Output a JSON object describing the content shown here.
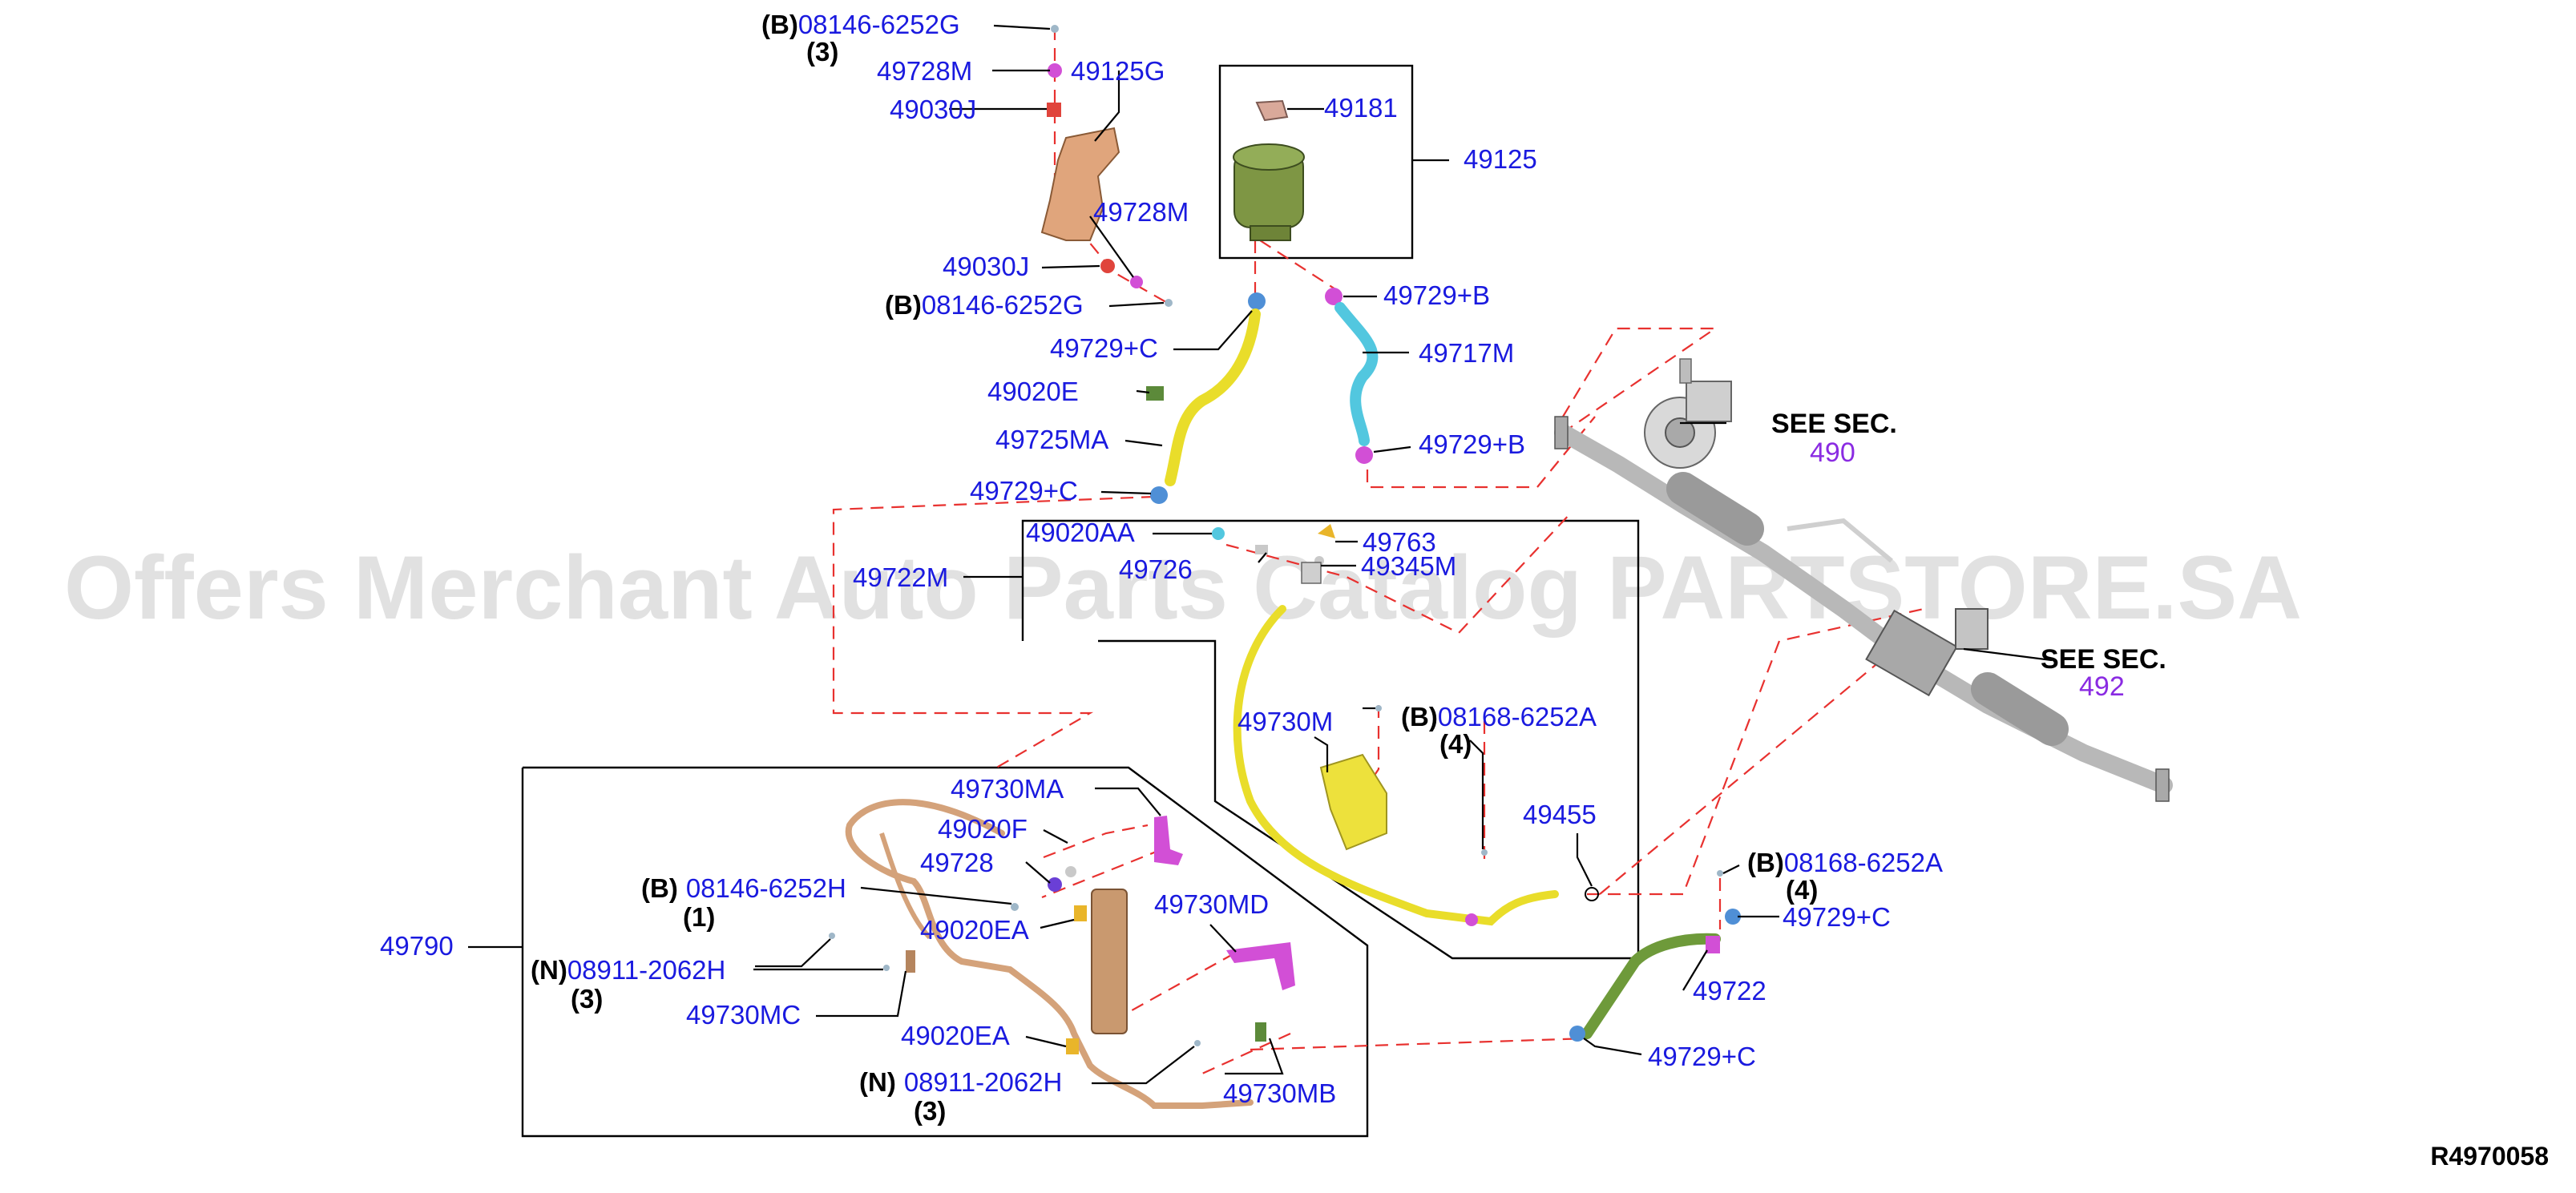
{
  "watermark": "Offers Merchant Auto Parts Catalog PARTSTORE.SA",
  "diagram_code": "R4970058",
  "see_sections": [
    {
      "label": "SEE SEC.",
      "section": "490"
    },
    {
      "label": "SEE SEC.",
      "section": "492"
    }
  ],
  "callouts": {
    "c1_prefix": "(B)",
    "c1_part": "08146-6252G",
    "c1_qty": "(3)",
    "c2_part": "49728M",
    "c3_part": "49125G",
    "c4_part": "49030J",
    "c5_part": "49728M",
    "c6_part": "49030J",
    "c7_prefix": "(B)",
    "c7_part": "08146-6252G",
    "c8_part": "49181",
    "c9_part": "49125",
    "c10_part": "49729+B",
    "c11_part": "49717M",
    "c12_part": "49729+B",
    "c13_part": "49729+C",
    "c14_part": "49020E",
    "c15_part": "49725MA",
    "c16_part": "49729+C",
    "c17_part": "49020AA",
    "c18_part": "49763",
    "c19_part": "49726",
    "c20_part": "49345M",
    "c21_part": "49722M",
    "c22_part": "49730M",
    "c23_prefix": "(B)",
    "c23_part": "08168-6252A",
    "c23_qty": "(4)",
    "c24_part": "49455",
    "c25_part": "49730MA",
    "c26_part": "49020F",
    "c27_part": "49728",
    "c28_prefix": "(B)",
    "c28_part": "08146-6252H",
    "c28_qty": "(1)",
    "c29_part": "49020EA",
    "c30_part": "49730MD",
    "c31_part": "49790",
    "c32_prefix": "(N)",
    "c32_part": "08911-2062H",
    "c32_qty": "(3)",
    "c33_part": "49730MC",
    "c34_part": "49020EA",
    "c35_prefix": "(N)",
    "c35_part": "08911-2062H",
    "c35_qty": "(3)",
    "c36_part": "49730MB",
    "c37_prefix": "(B)",
    "c37_part": "08168-6252A",
    "c37_qty": "(4)",
    "c38_part": "49729+C",
    "c39_part": "49722",
    "c40_part": "49729+C"
  },
  "colors": {
    "part_number": "#1a1adf",
    "section_link": "#8a2be2",
    "connector_dash": "#e8312f",
    "hose_yellow": "#e9dd2a",
    "hose_cyan": "#52c7df",
    "hose_green": "#6e9a3a",
    "tube_copper": "#d4a27a",
    "reservoir_green": "#7e9644",
    "bracket_yellow": "#ede13c",
    "clamp_magenta": "#d24fd6",
    "rack_gray": "#b8b8b8"
  }
}
